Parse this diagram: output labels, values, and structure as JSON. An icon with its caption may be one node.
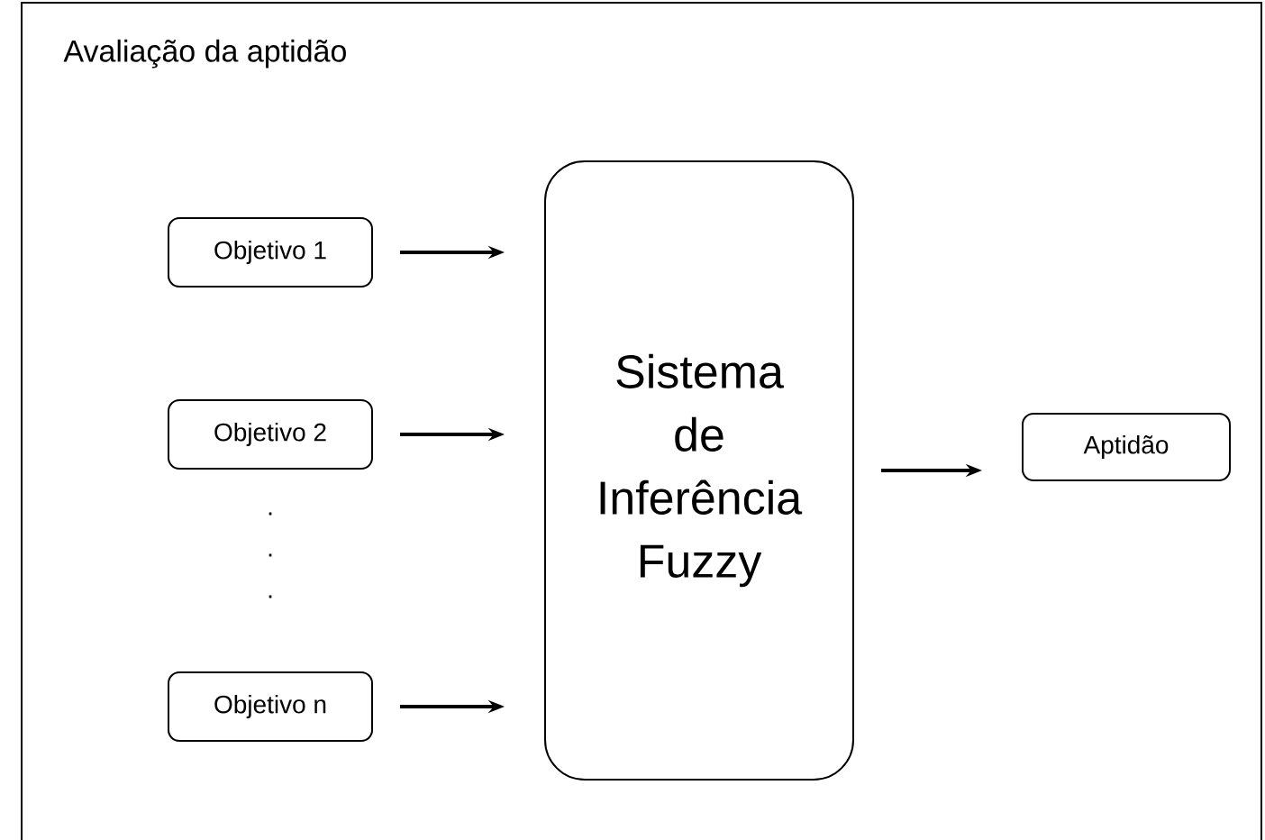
{
  "diagram": {
    "nodes": [
      {
        "text": [
          "Avaliação da aptidão"
        ]
      },
      {
        "text": [
          "Objetivo 1"
        ],
        "in": 0
      },
      {
        "text": [
          "Objetivo 2"
        ],
        "in": 0
      },
      {
        "text": [
          "Objetivo n"
        ],
        "in": 0
      },
      {
        "text": [
          "Sistema de Inferência Fuzzy"
        ],
        "in": 0
      },
      {
        "text": [
          "Aptidão"
        ],
        "in": 0
      }
    ],
    "edges": [
      {
        "from": 1,
        "to": 4,
        "arrow": "to"
      },
      {
        "from": 2,
        "to": 4,
        "arrow": "to"
      },
      {
        "from": 3,
        "to": 4,
        "arrow": "to"
      },
      {
        "from": 4,
        "to": 5,
        "arrow": "to"
      }
    ],
    "labels": [
      ".",
      ".",
      "."
    ]
  }
}
